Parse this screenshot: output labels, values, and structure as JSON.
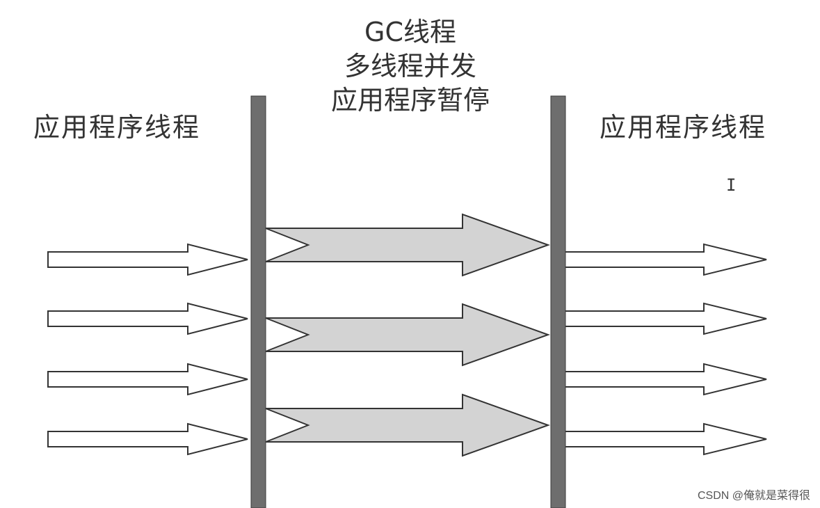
{
  "labels": {
    "left": "应用程序线程",
    "right": "应用程序线程",
    "gc_lines": [
      "GC线程",
      "多线程并发",
      "应用程序暂停"
    ]
  },
  "watermark": "CSDN @俺就是菜得很",
  "diagram": {
    "left_arrow_count": 4,
    "gc_arrow_count": 3,
    "right_arrow_count": 4,
    "colors": {
      "bar": "#6e6e6e",
      "bar_stroke": "#3a3a3a",
      "gc_arrow_fill": "#d3d3d3",
      "app_arrow_fill": "#ffffff",
      "stroke": "#333333"
    }
  }
}
